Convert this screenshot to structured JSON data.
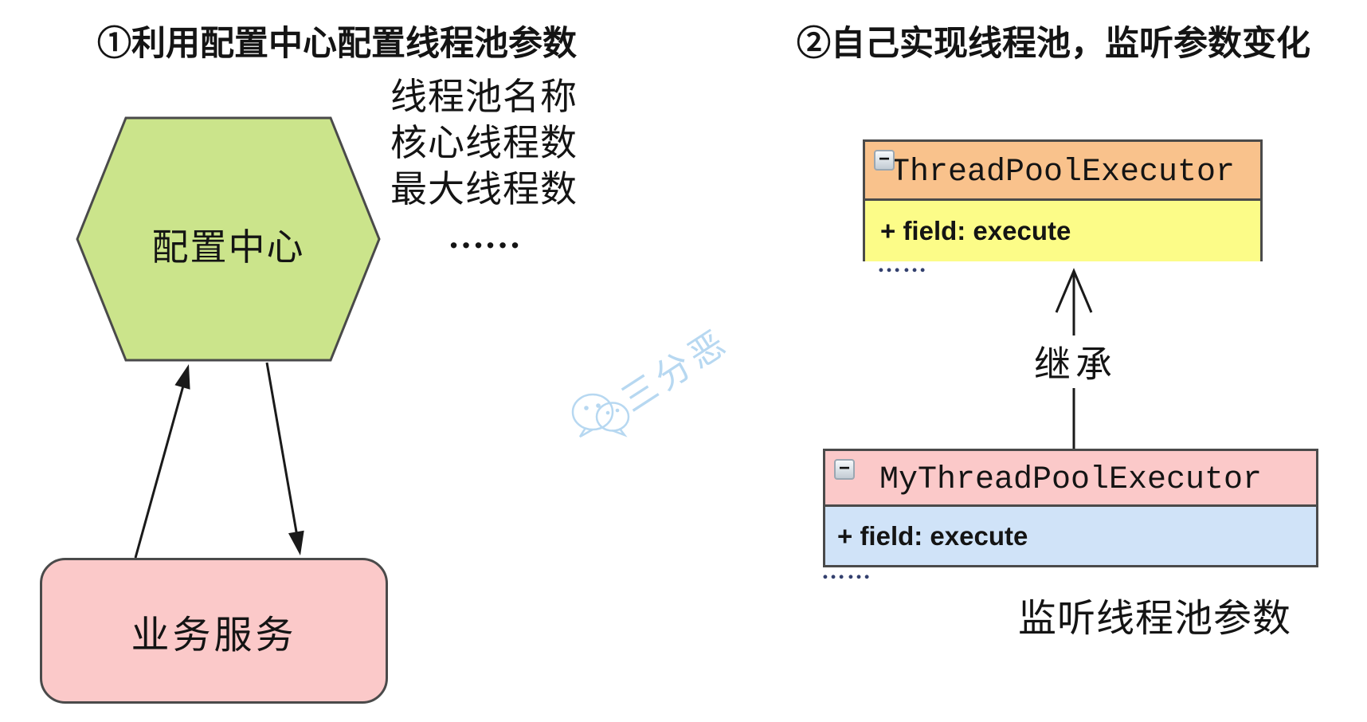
{
  "left": {
    "title": "①利用配置中心配置线程池参数",
    "hexagon_label": "配置中心",
    "params": [
      "线程池名称",
      "核心线程数",
      "最大线程数",
      "……"
    ],
    "service_label": "业务服务"
  },
  "right": {
    "title": "②自己实现线程池，监听参数变化",
    "parent_class": {
      "name": "ThreadPoolExecutor",
      "field": "+ field: execute",
      "ellipsis": "……"
    },
    "child_class": {
      "name": "MyThreadPoolExecutor",
      "field": "+ field: execute",
      "ellipsis": "……"
    },
    "inheritance_label": "继承",
    "listen_label": "监听线程池参数",
    "collapse_glyph": "−"
  },
  "watermark": {
    "text": "三分恶"
  },
  "colors": {
    "hexagon-fill": "#cbe48b",
    "stroke": "#4a4a4a",
    "arrow": "#1a1a1a",
    "text": "#141414",
    "service-fill": "#fbc9c9",
    "parent-header-fill": "#f9c28c",
    "parent-body-fill": "#fcfc88",
    "child-header-fill": "#fbc9c9",
    "child-body-fill": "#d0e3f8",
    "watermark": "#b7d8f1",
    "ellipsis-dots": "#33406e"
  }
}
